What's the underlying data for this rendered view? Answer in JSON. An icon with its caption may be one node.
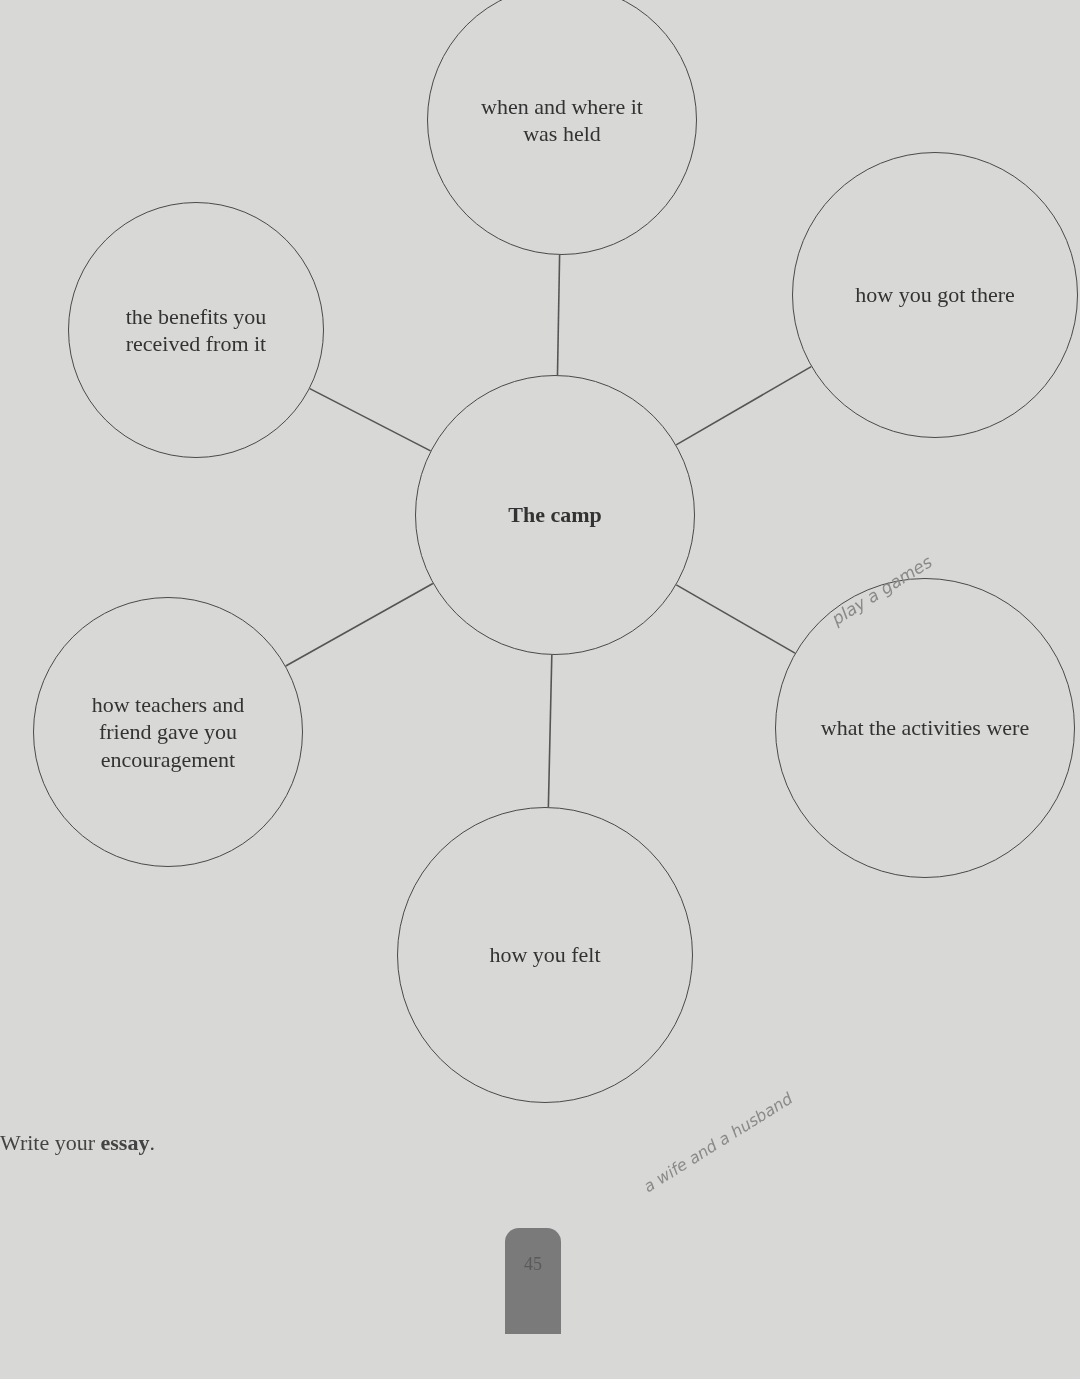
{
  "diagram": {
    "nodes": [
      {
        "text": [
          "when and where it was held"
        ]
      },
      {
        "text": [
          "the benefits you received from it"
        ]
      },
      {
        "text": [
          "how you got there"
        ]
      },
      {
        "text": [
          "The camp"
        ]
      },
      {
        "text": [
          "how teachers and friend gave you encouragement"
        ]
      },
      {
        "text": [
          "what the activities were"
        ]
      },
      {
        "text": [
          "how you felt"
        ]
      }
    ],
    "edges": [
      {
        "from": 3,
        "to": 0,
        "arrow": "none"
      },
      {
        "from": 3,
        "to": 1,
        "arrow": "none"
      },
      {
        "from": 3,
        "to": 2,
        "arrow": "none"
      },
      {
        "from": 3,
        "to": 4,
        "arrow": "none"
      },
      {
        "from": 3,
        "to": 5,
        "arrow": "none"
      },
      {
        "from": 3,
        "to": 6,
        "arrow": "none"
      }
    ],
    "labels": [
      "play a games",
      "a wife and a husband",
      "Write your **essay**.",
      "45"
    ]
  }
}
